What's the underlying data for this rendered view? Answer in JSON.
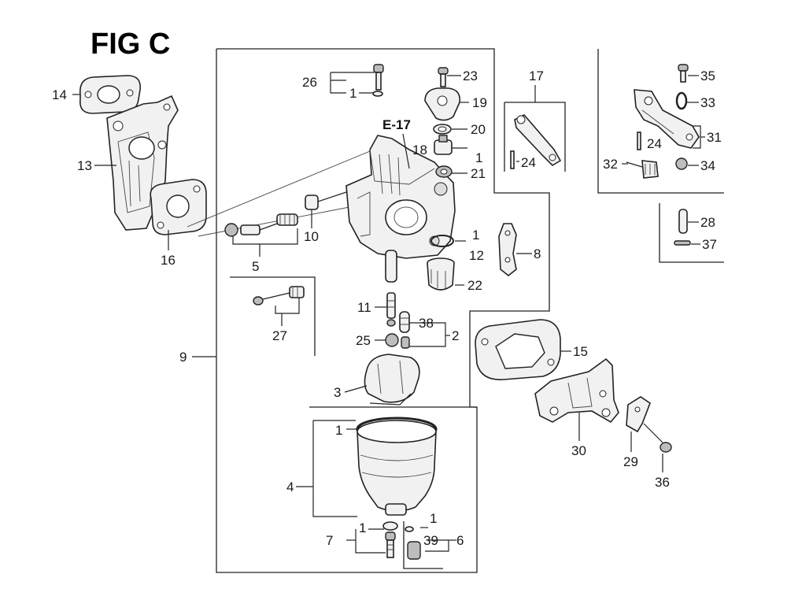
{
  "figure": {
    "title": "FIG C",
    "ref_label": "E-17"
  },
  "callouts": {
    "c1_a": "1",
    "c1_b": "1",
    "c1_c": "1",
    "c1_d": "1",
    "c1_e": "1",
    "c1_f": "1",
    "c2": "2",
    "c3": "3",
    "c4": "4",
    "c5": "5",
    "c6": "6",
    "c7": "7",
    "c8": "8",
    "c9": "9",
    "c10": "10",
    "c11": "11",
    "c12": "12",
    "c13": "13",
    "c14": "14",
    "c15": "15",
    "c16": "16",
    "c17": "17",
    "c18": "18",
    "c19": "19",
    "c20": "20",
    "c21": "21",
    "c22": "22",
    "c23": "23",
    "c24_a": "24",
    "c24_b": "24",
    "c25": "25",
    "c26": "26",
    "c27": "27",
    "c28": "28",
    "c29": "29",
    "c30": "30",
    "c31": "31",
    "c32": "32",
    "c33": "33",
    "c34": "34",
    "c35": "35",
    "c36": "36",
    "c37": "37",
    "c38": "38",
    "c39": "39"
  }
}
